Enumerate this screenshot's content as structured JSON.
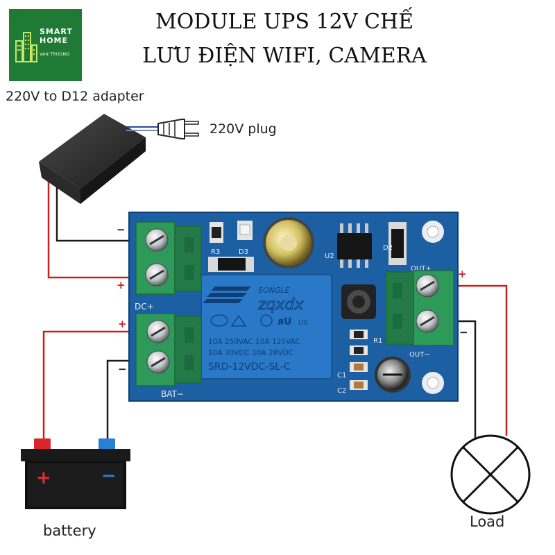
{
  "header": {
    "title_line1": "MODULE UPS 12V CHẾ",
    "title_line2": "LƯU ĐIỆN WIFI, CAMERA"
  },
  "logo": {
    "line1": "SMART",
    "line2": "HOME",
    "line3": "VAN TRUONG",
    "icon": "building-icon"
  },
  "labels": {
    "adapter": "220V to D12 adapter",
    "plug": "220V plug",
    "battery": "battery",
    "load": "Load"
  },
  "board": {
    "relay_brand": "SONGLE",
    "relay_script": "zqxdx",
    "relay_rating1": "10A 250VAC 10A 125VAC",
    "relay_rating2": "10A 30VDC 10A 28VDC",
    "relay_model": "SRD-12VDC-SL-C",
    "silk_dc_plus": "DC+",
    "silk_bat_minus": "BAT−",
    "silk_out_top": "OUT+",
    "silk_out_bottom": "OUT−",
    "silk_r3": "R3",
    "silk_d3": "D3",
    "silk_d2": "D2",
    "silk_u2": "U2",
    "silk_r1": "R1",
    "silk_c2": "C2",
    "silk_c1": "C1"
  },
  "polarity": {
    "dc_minus": "−",
    "dc_plus": "+",
    "bat_plus": "+",
    "bat_minus": "−",
    "out_plus": "+",
    "out_minus": "−",
    "battery_plus": "+",
    "battery_minus": "−"
  },
  "colors": {
    "board": "#1d5fa3",
    "terminal": "#2e9a5a",
    "wire_red": "#c8201e",
    "wire_black": "#1a1a1a",
    "logo_bg": "#1f7a35"
  }
}
